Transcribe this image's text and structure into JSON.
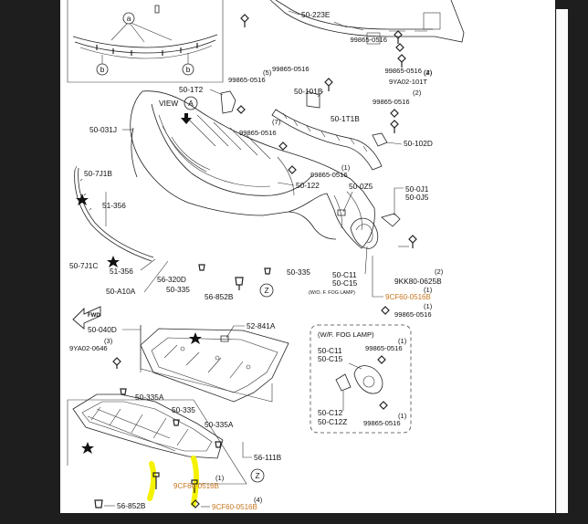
{
  "labels": {
    "p50_223E": "50-223E",
    "p99865_0516_t1": "99865-0516",
    "n5": "(5)",
    "p50_1T2": "50-1T2",
    "n2_a": "(2)",
    "p99865_0516_t2": "99865-0516",
    "p9YA02_101T": "9YA02-101T",
    "n4_a": "(4)",
    "p99865_0516_t3": "99865-0516",
    "p50_101B": "50-101B",
    "n2_b": "(2)",
    "p99865_0516_t4": "99865-0516",
    "view": "VIEW",
    "view_letter": "A",
    "p50_031J": "50-031J",
    "p50_1T1B": "50-1T1B",
    "n7": "(7)",
    "p99865_0516_t5": "99865-0516",
    "p50_102D": "50-102D",
    "n1_a": "(1)",
    "p99865_0516_t6": "99865-0516",
    "p50_7J1B": "50-7J1B",
    "p51_356_a": "51-356",
    "p50_122": "50-122",
    "p50_0Z5": "50-0Z5",
    "p50_0J1": "50-0J1",
    "p50_0J5": "50-0J5",
    "p50_7J1C": "50-7J1C",
    "p51_356_b": "51-356",
    "p56_320D": "56-320D",
    "p50_335_a": "50-335",
    "p50_335_b": "50-335",
    "p9KK80_0625B": "9KK80-0625B",
    "n2_c": "(2)",
    "p50_A10A": "50-A10A",
    "p56_852B_a": "56-852B",
    "zone_z": "Z",
    "p50_C11_a": "50-C11",
    "p50_C15_a": "50-C15",
    "wo_fog": "(W/O. F. FOG LAMP)",
    "n1_b": "(1)",
    "p9CF60_0516B_a": "9CF60-0516B",
    "n1_c": "(1)",
    "p99865_0516_t7": "99865-0516",
    "p50_040D": "50-040D",
    "p52_841A": "52-841A",
    "n3": "(3)",
    "p9YA02_0646": "9YA02-0646",
    "wf_fog": "(W/F. FOG LAMP)",
    "p50_C11_b": "50-C11",
    "p50_C15_b": "50-C15",
    "p99865_0516_t8": "99865-0516",
    "n1_d": "(1)",
    "p50_335A_a": "50-335A",
    "p50_335_c": "50-335",
    "p50_335A_b": "50-335A",
    "p50_C12": "50-C12",
    "p50_C12Z": "50-C12Z",
    "p99865_0516_t9": "99865-0516",
    "n1_e": "(1)",
    "p56_111B": "56-111B",
    "n1_f": "(1)",
    "p9CF60_0516B_b": "9CF60-0516B",
    "zone_z2": "Z",
    "n4_b": "(4)",
    "p56_852B_b": "56-852B",
    "p9CF60_0516B_c": "9CF60-0516B",
    "callout_a": "a",
    "callout_b1": "b",
    "callout_b2": "b",
    "fwd": "FWD"
  },
  "colors": {
    "highlight": "#f5f200",
    "highlight_text": "#c8761e",
    "frame": "#1e1e1e",
    "sheet": "#ffffff"
  }
}
